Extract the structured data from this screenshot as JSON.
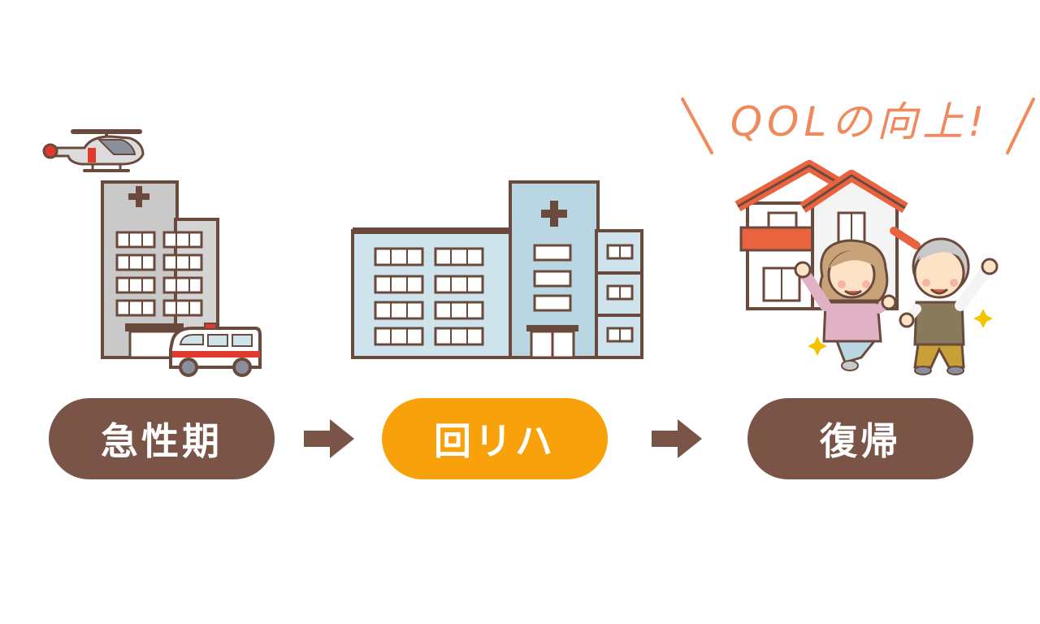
{
  "steps": [
    {
      "label": "急性期"
    },
    {
      "label": "回リハ"
    },
    {
      "label": "復帰"
    }
  ],
  "callout": "QOLの向上!",
  "colors": {
    "brown": "#7a5446",
    "orange": "#f8a10a",
    "callout": "#f08a5c",
    "outline": "#6b4a3e",
    "building_gray": "#c9c9c9",
    "building_blue": "#cfe3ec",
    "roof_red": "#e8633e",
    "sparkle": "#f5c400"
  },
  "icons": [
    "helicopter-icon",
    "hospital-icon",
    "ambulance-icon",
    "rehab-hospital-icon",
    "house-icon",
    "elderly-couple-icon",
    "sparkle-icon",
    "arrow-right-icon"
  ]
}
